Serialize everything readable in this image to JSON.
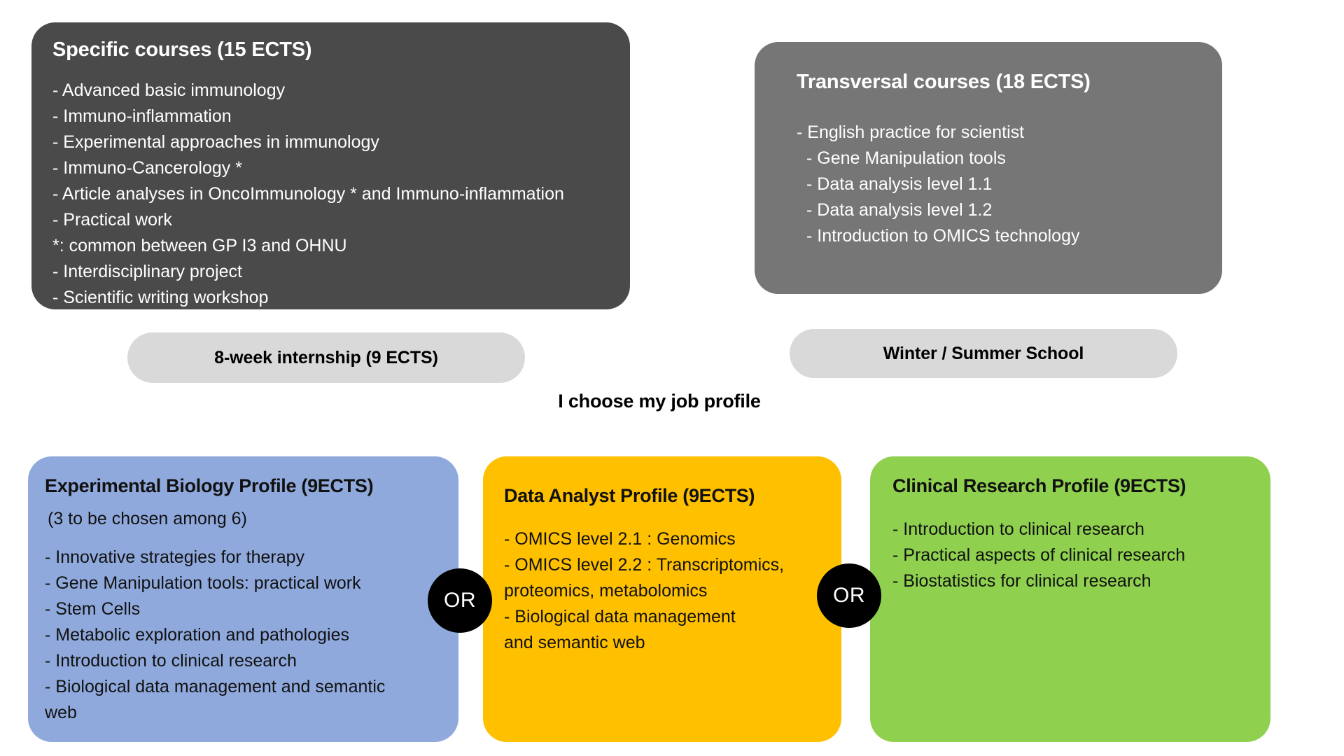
{
  "specific_courses": {
    "title": "Specific courses (15 ECTS)",
    "items": [
      "- Advanced basic immunology",
      "- Immuno-inflammation",
      "- Experimental approaches in immunology",
      "- Immuno-Cancerology *",
      "- Article analyses in OncoImmunology * and Immuno-inflammation",
      "- Practical work",
      "*: common between GP I3 and OHNU",
      "- Interdisciplinary project",
      "- Scientific writing workshop"
    ],
    "background_color": "#4a4a4a",
    "text_color": "#ffffff"
  },
  "transversal_courses": {
    "title": "Transversal courses (18 ECTS)",
    "items": [
      "- English practice for scientist",
      "- Gene Manipulation tools",
      "- Data analysis level 1.1",
      "- Data analysis level 1.2",
      "- Introduction to OMICS technology"
    ],
    "background_color": "#767676",
    "text_color": "#ffffff"
  },
  "internship_pill": {
    "label": "8-week internship (9 ECTS)",
    "background_color": "#d9d9d9"
  },
  "school_pill": {
    "label": "Winter / Summer School",
    "background_color": "#d9d9d9"
  },
  "choose_heading": "I choose my job profile",
  "profiles": [
    {
      "title": "Experimental Biology Profile (9ECTS)",
      "subtitle": "(3 to be chosen among 6)",
      "items": [
        "- Innovative strategies for therapy",
        "- Gene Manipulation tools: practical work",
        "- Stem Cells",
        "- Metabolic exploration and pathologies",
        "- Introduction to clinical research",
        "- Biological data management and semantic",
        "web"
      ],
      "background_color": "#8fa9dc"
    },
    {
      "title": "Data Analyst Profile (9ECTS)",
      "subtitle": "",
      "items": [
        "- OMICS level 2.1 : Genomics",
        "- OMICS level 2.2 : Transcriptomics,",
        "proteomics, metabolomics",
        "- Biological data management",
        "and semantic web"
      ],
      "background_color": "#ffc000"
    },
    {
      "title": "Clinical Research Profile (9ECTS)",
      "subtitle": "",
      "items": [
        "- Introduction to clinical research",
        "- Practical aspects of clinical research",
        "- Biostatistics for clinical research"
      ],
      "background_color": "#8fd14f"
    }
  ],
  "connectors": [
    {
      "label": "OR"
    },
    {
      "label": "OR"
    }
  ]
}
